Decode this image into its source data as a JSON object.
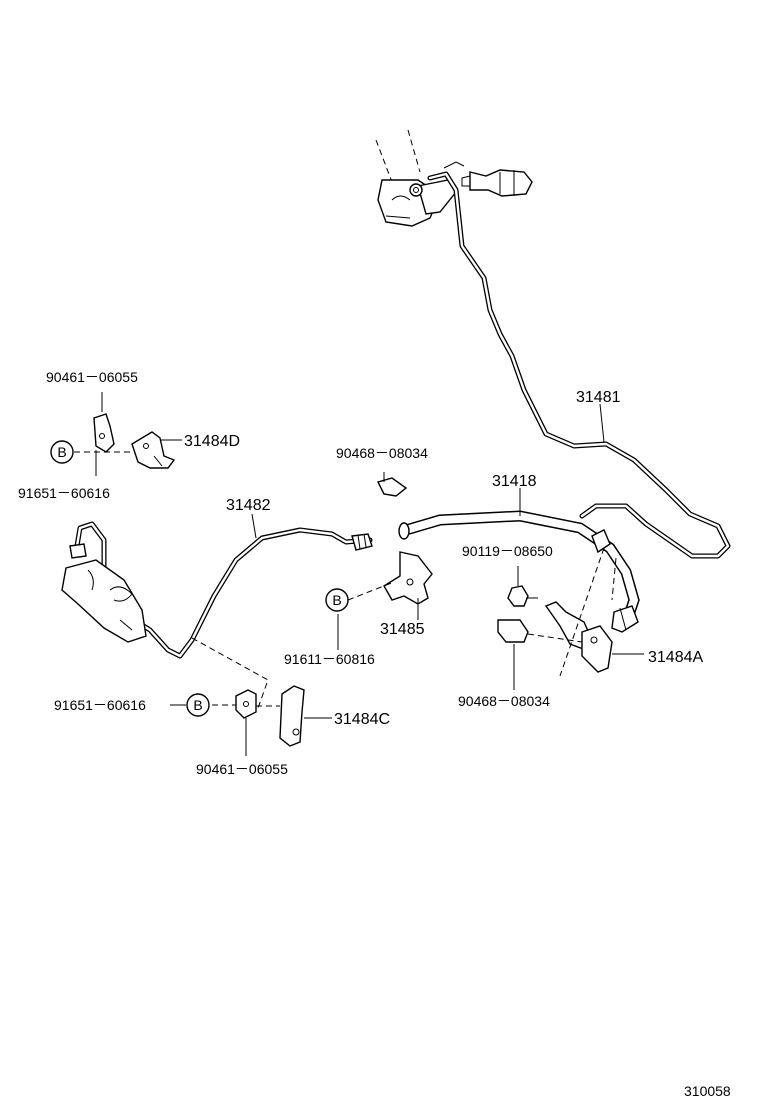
{
  "labels": {
    "p31481": "31481",
    "p31418": "31418",
    "p31482": "31482",
    "p31485": "31485",
    "p31484A": "31484A",
    "p31484C": "31484C",
    "p31484D": "31484D",
    "clip_top_left": "90461－06055",
    "clip_bottom": "90461－06055",
    "clamp_top_right": "90468－08034",
    "clamp_right": "90468－08034",
    "bolt_right": "90119－08650",
    "nut_top_left": "91651－60616",
    "nut_bottom": "91651－60616",
    "bolt_middle": "91611－60816",
    "ref_b_1": "B",
    "ref_b_2": "B",
    "ref_b_3": "B",
    "figure_number": "310058"
  }
}
